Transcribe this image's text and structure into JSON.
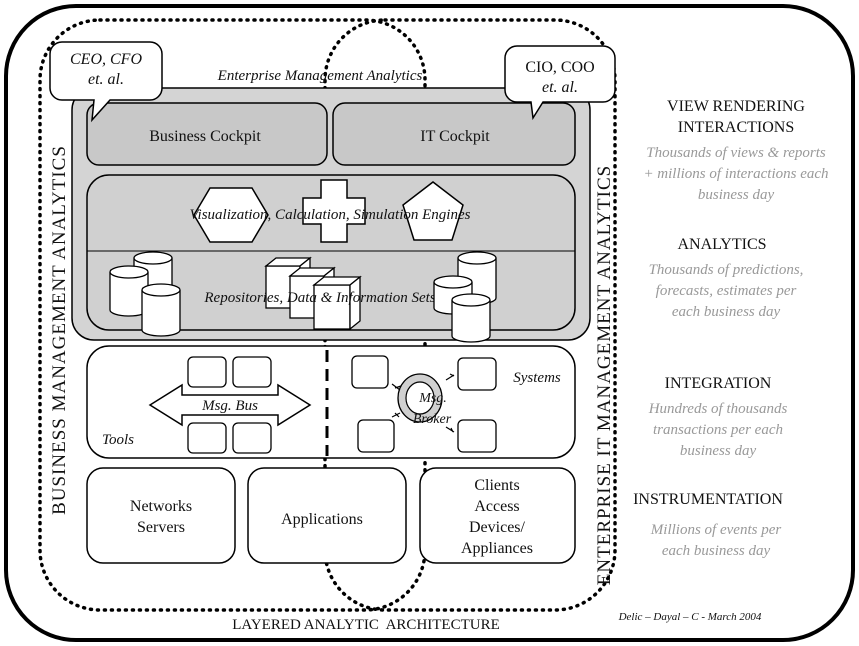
{
  "diagram": {
    "footer_title": "LAYERED ANALYTIC  ARCHITECTURE",
    "credit": "Delic – Dayal – C - March 2004",
    "top_label": "Enterprise Management Analytics",
    "left_vertical_label": "BUSINESS MANAGEMENT ANALYTICS",
    "right_vertical_label": "ENTERPRISE IT MANAGEMENT ANALYTICS",
    "callout_left": [
      "CEO, CFO",
      "et. al."
    ],
    "callout_right": [
      "CIO, COO",
      "et. al."
    ],
    "business_cockpit": "Business Cockpit",
    "it_cockpit": "IT Cockpit",
    "engines": "Visualization, Calculation, Simulation Engines",
    "repositories": "Repositories, Data & Information Sets",
    "msg_bus": "Msg. Bus",
    "tools": "Tools",
    "systems": "Systems",
    "msg_broker": [
      "Msg.",
      "Broker"
    ],
    "networks_servers": [
      "Networks",
      "Servers"
    ],
    "applications": "Applications",
    "clients": [
      "Clients",
      "Access",
      "Devices/",
      "Appliances"
    ]
  },
  "layers": [
    {
      "heading": [
        "VIEW RENDERING",
        "INTERACTIONS"
      ],
      "desc": [
        "Thousands of views & reports",
        "+ millions of interactions each",
        "business day"
      ]
    },
    {
      "heading": [
        "ANALYTICS"
      ],
      "desc": [
        "Thousands of predictions,",
        "forecasts, estimates per",
        "each business day"
      ]
    },
    {
      "heading": [
        "INTEGRATION"
      ],
      "desc": [
        "Hundreds of thousands",
        "transactions per each",
        "business day"
      ]
    },
    {
      "heading": [
        "INSTRUMENTATION"
      ],
      "desc": [
        "Millions of events per",
        "each business day"
      ]
    }
  ]
}
